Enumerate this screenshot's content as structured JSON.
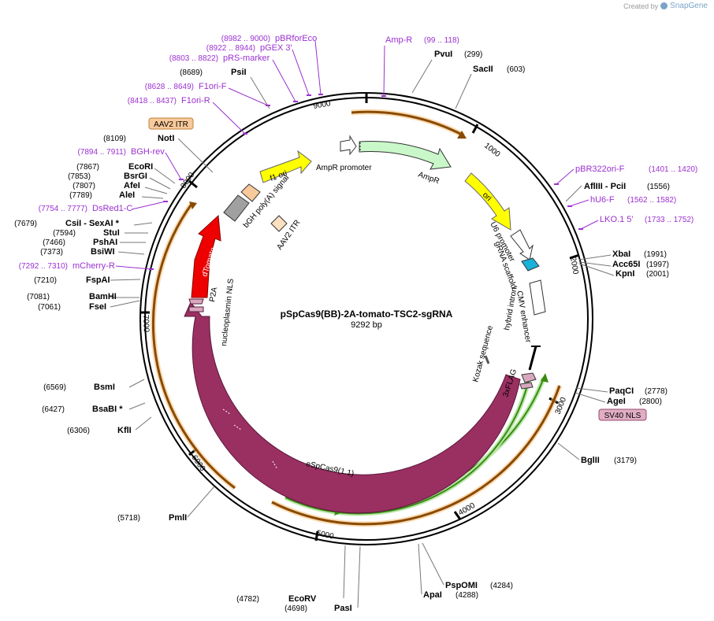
{
  "credit": {
    "prefix": "Created by",
    "brand": "SnapGene"
  },
  "plasmid": {
    "name": "pSpCas9(BB)-2A-tomato-TSC2-sgRNA",
    "size": "9292 bp"
  },
  "ticks": [
    "1000",
    "2000",
    "3000",
    "4000",
    "5000",
    "6000",
    "7000",
    "8000",
    "9000"
  ],
  "enzymes": [
    {
      "name": "PvuI",
      "pos": "(299)"
    },
    {
      "name": "SacII",
      "pos": "(603)"
    },
    {
      "name": "AflIII  - PciI",
      "pos": "(1556)"
    },
    {
      "name": "XbaI",
      "pos": "(1991)"
    },
    {
      "name": "Acc65I",
      "pos": "(1997)"
    },
    {
      "name": "KpnI",
      "pos": "(2001)"
    },
    {
      "name": "PaqCI",
      "pos": "(2778)"
    },
    {
      "name": "AgeI",
      "pos": "(2800)"
    },
    {
      "name": "BglII",
      "pos": "(3179)"
    },
    {
      "name": "PspOMI",
      "pos": "(4284)"
    },
    {
      "name": "ApaI",
      "pos": "(4288)"
    },
    {
      "name": "EcoRV",
      "pos": "(4782)"
    },
    {
      "name": "PasI",
      "pos": "(4698)"
    },
    {
      "name": "PmlI",
      "pos": "(5718)"
    },
    {
      "name": "KflI",
      "pos": "(6306)"
    },
    {
      "name": "BsaBI *",
      "pos": "(6427)"
    },
    {
      "name": "BsmI",
      "pos": "(6569)"
    },
    {
      "name": "BamHI",
      "pos": "(7081)"
    },
    {
      "name": "FseI",
      "pos": "(7061)"
    },
    {
      "name": "FspAI",
      "pos": "(7210)"
    },
    {
      "name": "BsiWI",
      "pos": "(7373)"
    },
    {
      "name": "PshAI",
      "pos": "(7466)"
    },
    {
      "name": "StuI",
      "pos": "(7594)"
    },
    {
      "name": "CsiI  - SexAI *",
      "pos": "(7679)"
    },
    {
      "name": "AleI",
      "pos": "(7789)"
    },
    {
      "name": "AfeI",
      "pos": "(7807)"
    },
    {
      "name": "BsrGI",
      "pos": "(7853)"
    },
    {
      "name": "EcoRI",
      "pos": "(7867)"
    },
    {
      "name": "NotI",
      "pos": "(8109)"
    },
    {
      "name": "PsiI",
      "pos": "(8689)"
    }
  ],
  "primers": [
    {
      "name": "Amp-R",
      "pos": "(99 .. 118)"
    },
    {
      "name": "pBR322ori-F",
      "pos": "(1401 .. 1420)"
    },
    {
      "name": "hU6-F",
      "pos": "(1562 .. 1582)"
    },
    {
      "name": "LKO.1 5'",
      "pos": "(1733 .. 1752)"
    },
    {
      "name": "mCherry-R",
      "pos": "(7292 .. 7310)"
    },
    {
      "name": "DsRed1-C",
      "pos": "(7754 .. 7777)"
    },
    {
      "name": "BGH-rev",
      "pos": "(7894 .. 7911)"
    },
    {
      "name": "F1ori-R",
      "pos": "(8418 .. 8437)"
    },
    {
      "name": "F1ori-F",
      "pos": "(8628 .. 8649)"
    },
    {
      "name": "pRS-marker",
      "pos": "(8803 .. 8822)"
    },
    {
      "name": "pGEX 3'",
      "pos": "(8922 .. 8944)"
    },
    {
      "name": "pBRforEco",
      "pos": "(8982 .. 9000)"
    }
  ],
  "boxed_labels": {
    "aav2_itr": "AAV2 ITR",
    "sv40_nls": "SV40 NLS"
  },
  "features": {
    "ampr_promoter": "AmpR promoter",
    "ampr": "AmpR",
    "ori": "ori",
    "u6_promoter": "U6 promoter",
    "grna_scaffold": "gRNA scaffold",
    "cmv_enhancer": "CMV enhancer",
    "hybrid_intron": "hybrid intron",
    "kozak": "Kozak sequence",
    "flag": "3xFLAG",
    "escas9": "eSpCas9(1.1)",
    "nuc_nls": "nucleoplasmin NLS",
    "p2a": "P2A",
    "dtomato": "dTomato",
    "bgh": "bGH poly(A) signal",
    "f1ori": "f1 ori",
    "aav2_itr_inner": "AAV2 ITR"
  },
  "colors": {
    "backbone": "#000000",
    "primer": "#9b30d0",
    "orange_feature": "#f5c07a",
    "cas9": "#9a2f62",
    "ampr": "#c9f7c9",
    "ori_f1": "#ffff00",
    "dtomato": "#ee0000",
    "green_line": "#4a9a1a",
    "sv40": "#e0aec4",
    "aav2": "#f8c99a",
    "u6": "#ffffff",
    "grna": "#1ab0d8",
    "bgh": "#a0a0a0"
  },
  "icons": {
    "brand": "snapgene-logo-icon"
  }
}
